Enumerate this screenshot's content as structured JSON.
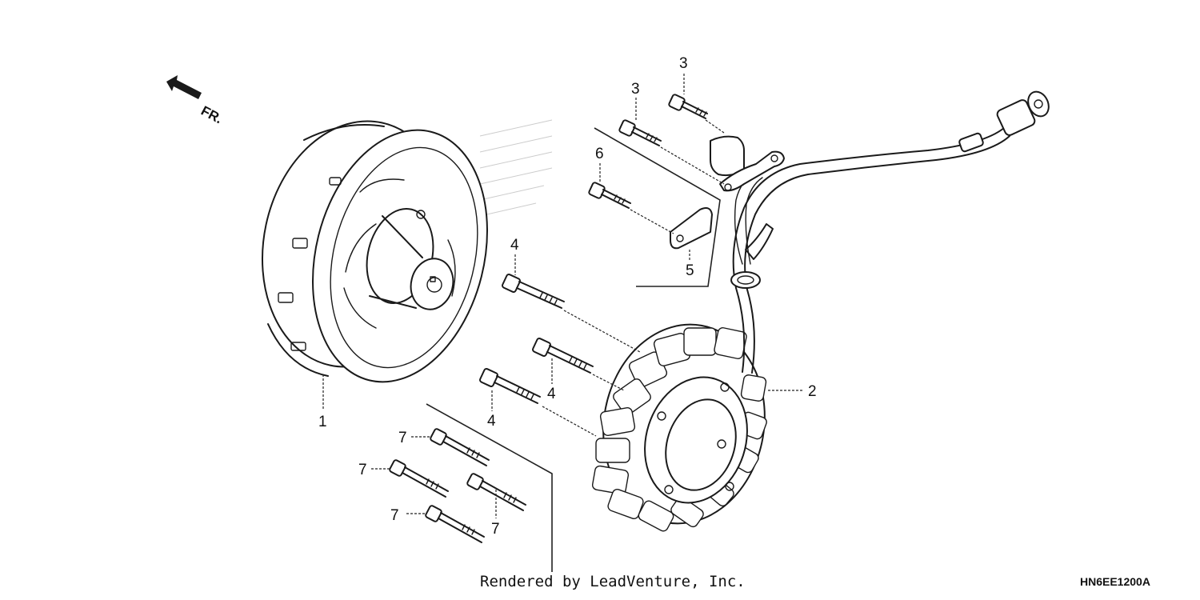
{
  "direction_label": "FR.",
  "callouts": {
    "flywheel": "1",
    "stator": "2",
    "pulser_bolt_upper": "3",
    "pulser_bolt_lower": "3",
    "stator_bolt_top": "4",
    "stator_bolt_mid": "4",
    "stator_bolt_low": "4",
    "clamp": "5",
    "clamp_bolt": "6",
    "cover_bolt_a": "7",
    "cover_bolt_b": "7",
    "cover_bolt_c": "7",
    "cover_bolt_d": "7"
  },
  "footer": {
    "credit": "Rendered by LeadVenture, Inc.",
    "diagram_code": "HN6EE1200A"
  }
}
